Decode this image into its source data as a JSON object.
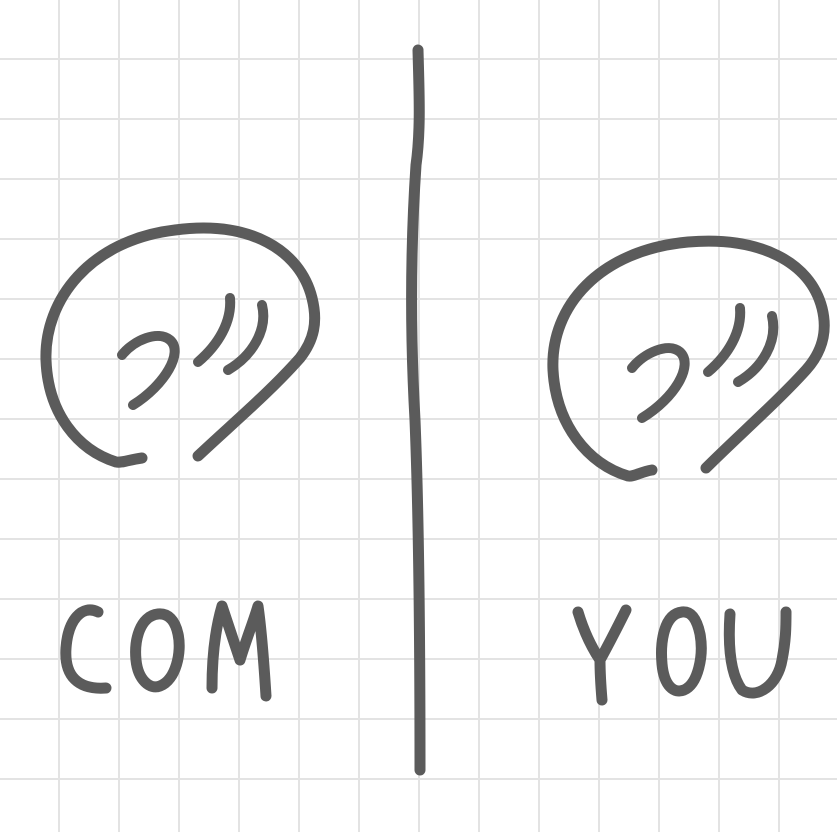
{
  "sketch": {
    "left_label": "COM",
    "right_label": "YOU",
    "ink_color": "#5b5b5b",
    "grid_color": "#e3e3e3",
    "background_color": "#ffffff",
    "left_icon": "head-silhouette-icon",
    "right_icon": "head-silhouette-icon",
    "divider": "vertical-divider-line"
  }
}
